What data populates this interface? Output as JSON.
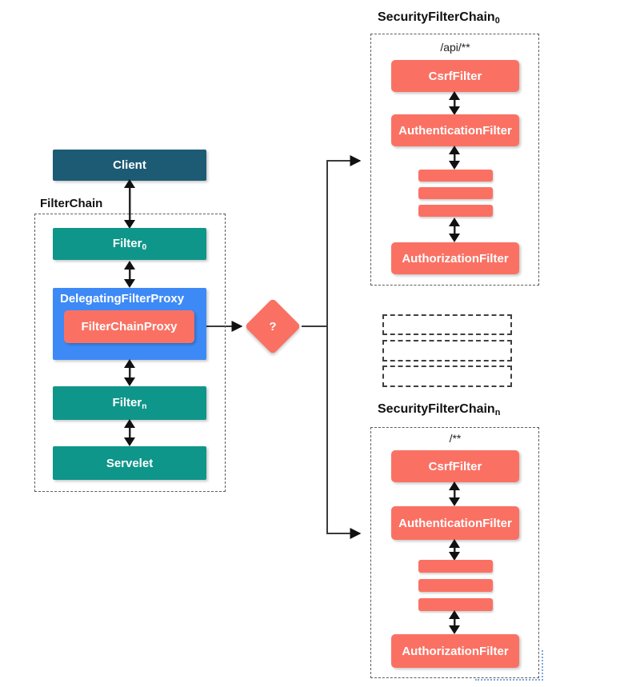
{
  "left": {
    "client": "Client",
    "chain_title": "FilterChain",
    "filter0_base": "Filter",
    "filter0_sub": "0",
    "delegating": "DelegatingFilterProxy",
    "proxy": "FilterChainProxy",
    "filtern_base": "Filter",
    "filtern_sub": "n",
    "servlet": "Servelet"
  },
  "decision": {
    "label": "?"
  },
  "chain0": {
    "title_base": "SecurityFilterChain",
    "title_sub": "0",
    "pattern": "/api/**",
    "csrf": "CsrfFilter",
    "authentication": "AuthenticationFilter",
    "authorization": "AuthorizationFilter"
  },
  "chainN": {
    "title_base": "SecurityFilterChain",
    "title_sub": "n",
    "pattern": "/**",
    "csrf": "CsrfFilter",
    "authentication": "AuthenticationFilter",
    "authorization": "AuthorizationFilter"
  },
  "colors": {
    "dark_teal": "#1d5b75",
    "teal": "#0f968a",
    "blue": "#3d8af7",
    "salmon": "#fa7163"
  }
}
